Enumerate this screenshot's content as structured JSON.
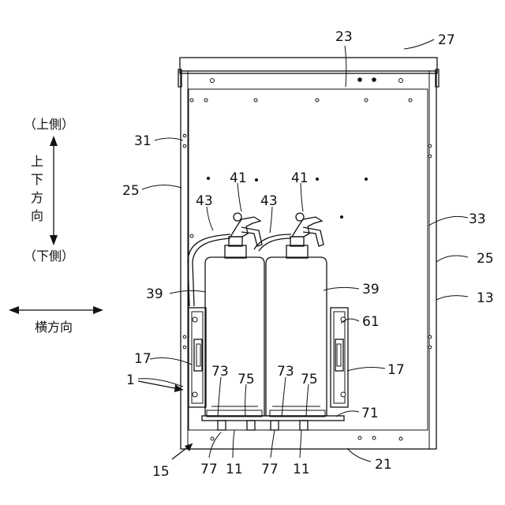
{
  "reference_numerals": {
    "n23": "23",
    "n27": "27",
    "n31": "31",
    "n25_left": "25",
    "n41_left": "41",
    "n41_right": "41",
    "n43_left": "43",
    "n43_right": "43",
    "n33": "33",
    "n25_right": "25",
    "n13": "13",
    "n39_left": "39",
    "n39_right": "39",
    "n61": "61",
    "n17_left": "17",
    "n17_right": "17",
    "n1": "1",
    "n73_left": "73",
    "n75_left": "75",
    "n73_right": "73",
    "n75_right": "75",
    "n71": "71",
    "n15": "15",
    "n77_left": "77",
    "n11_left": "11",
    "n77_right": "77",
    "n11_right": "11",
    "n21": "21"
  },
  "direction_legend": {
    "upper_side": "（上側）",
    "vertical_direction": [
      "上",
      "下",
      "方",
      "向"
    ],
    "lower_side": "（下側）",
    "horizontal_direction": "横方向"
  }
}
